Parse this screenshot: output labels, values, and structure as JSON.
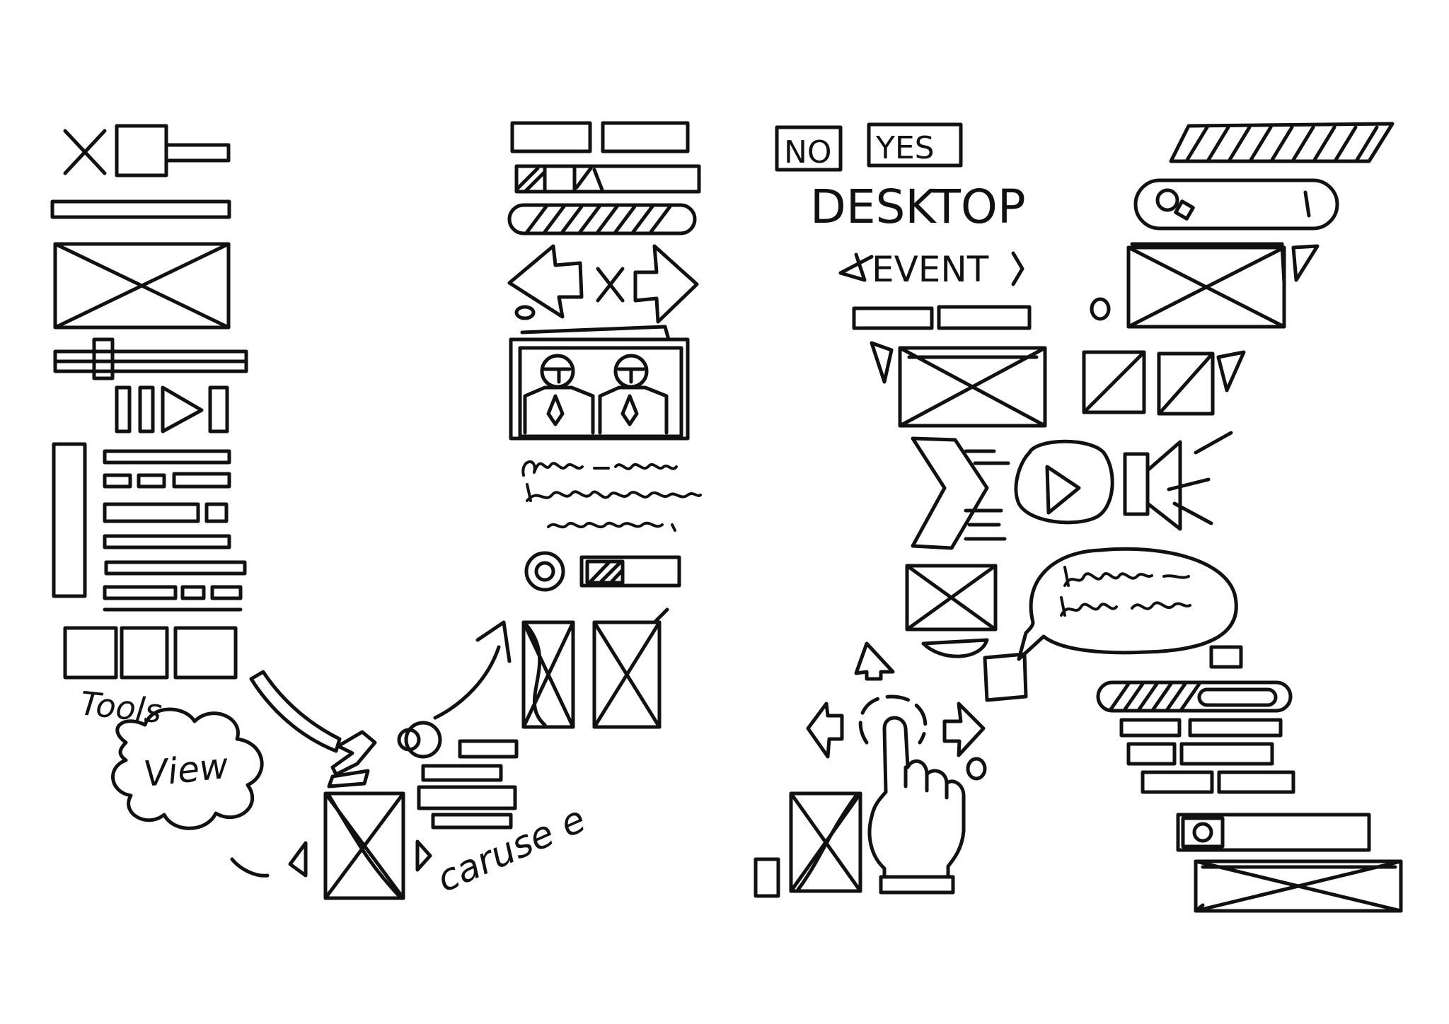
{
  "canvas": {
    "background": "#ffffff",
    "ink": "#111111"
  },
  "words": {
    "tools": "Tools",
    "view": "View",
    "carousel": "caruse e",
    "no": "NO",
    "yes": "YES",
    "desktop": "DESKTOP",
    "event": "EVENT"
  },
  "icons": [
    "close-icon",
    "checkbox",
    "slider",
    "play-icon",
    "arrow-left-icon",
    "arrow-right-icon",
    "search-icon",
    "speaker-icon",
    "hand-pointer-icon",
    "radio-button",
    "speech-bubble",
    "cloud"
  ]
}
